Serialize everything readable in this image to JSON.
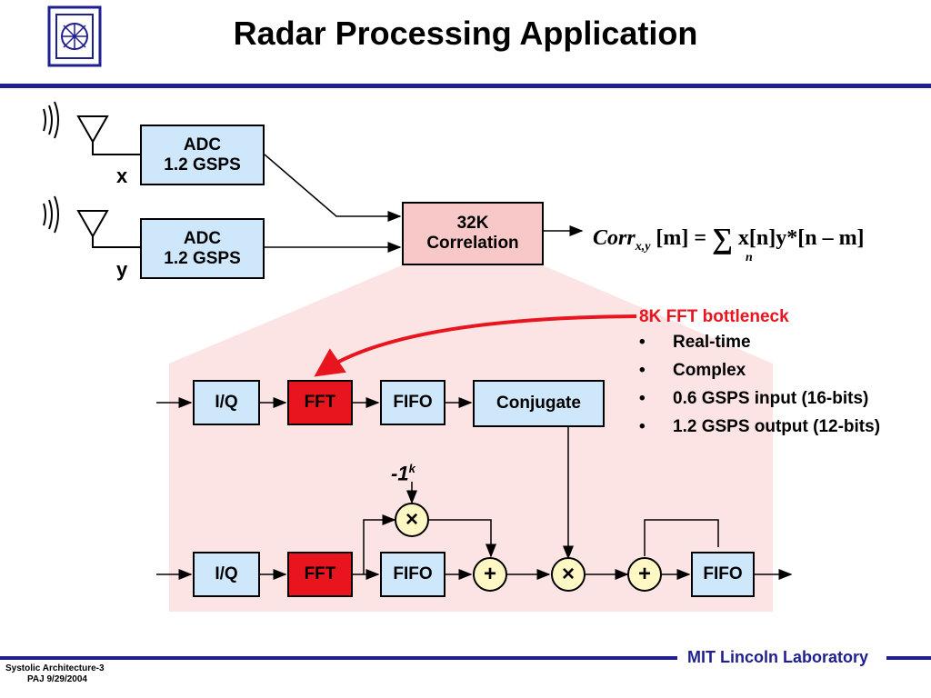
{
  "slide": {
    "title": "Radar Processing Application",
    "labels": {
      "x": "x",
      "y": "y"
    },
    "adc_top": {
      "line1": "ADC",
      "line2": "1.2 GSPS"
    },
    "adc_bottom": {
      "line1": "ADC",
      "line2": "1.2 GSPS"
    },
    "correlation": {
      "line1": "32K",
      "line2": "Correlation"
    },
    "formula": {
      "corr": "Corr",
      "sub": "x,y",
      "m_bracket": "[m]",
      "eq": "=",
      "sigma": "∑",
      "sigma_sub": "n",
      "rhs": "x[n]y*[n – m]"
    },
    "notes": {
      "heading": "8K FFT bottleneck",
      "bullet_glyph": "•",
      "items": [
        "Real-time",
        "Complex",
        "0.6 GSPS input (16-bits)",
        "1.2 GSPS output (12-bits)"
      ]
    },
    "pipeline_top": {
      "iq": "I/Q",
      "fft": "FFT",
      "fifo": "FIFO",
      "conj": "Conjugate"
    },
    "pipeline_bottom": {
      "iq": "I/Q",
      "fft": "FFT",
      "fifo": "FIFO",
      "fifo_out": "FIFO"
    },
    "ops": {
      "mult": "×",
      "add": "+",
      "neg_base": "-1",
      "neg_exp": "k"
    },
    "footer": {
      "left_line1": "Systolic Architecture-3",
      "left_line2": "PAJ  9/29/2004",
      "right": "MIT Lincoln Laboratory"
    },
    "colors": {
      "accent_navy": "#1f1f8f",
      "fft_red": "#e8141e",
      "block_blue": "#cfe7fb",
      "correlation_pink": "#f8c8c8",
      "operator_yellow": "#fff8c4"
    }
  }
}
